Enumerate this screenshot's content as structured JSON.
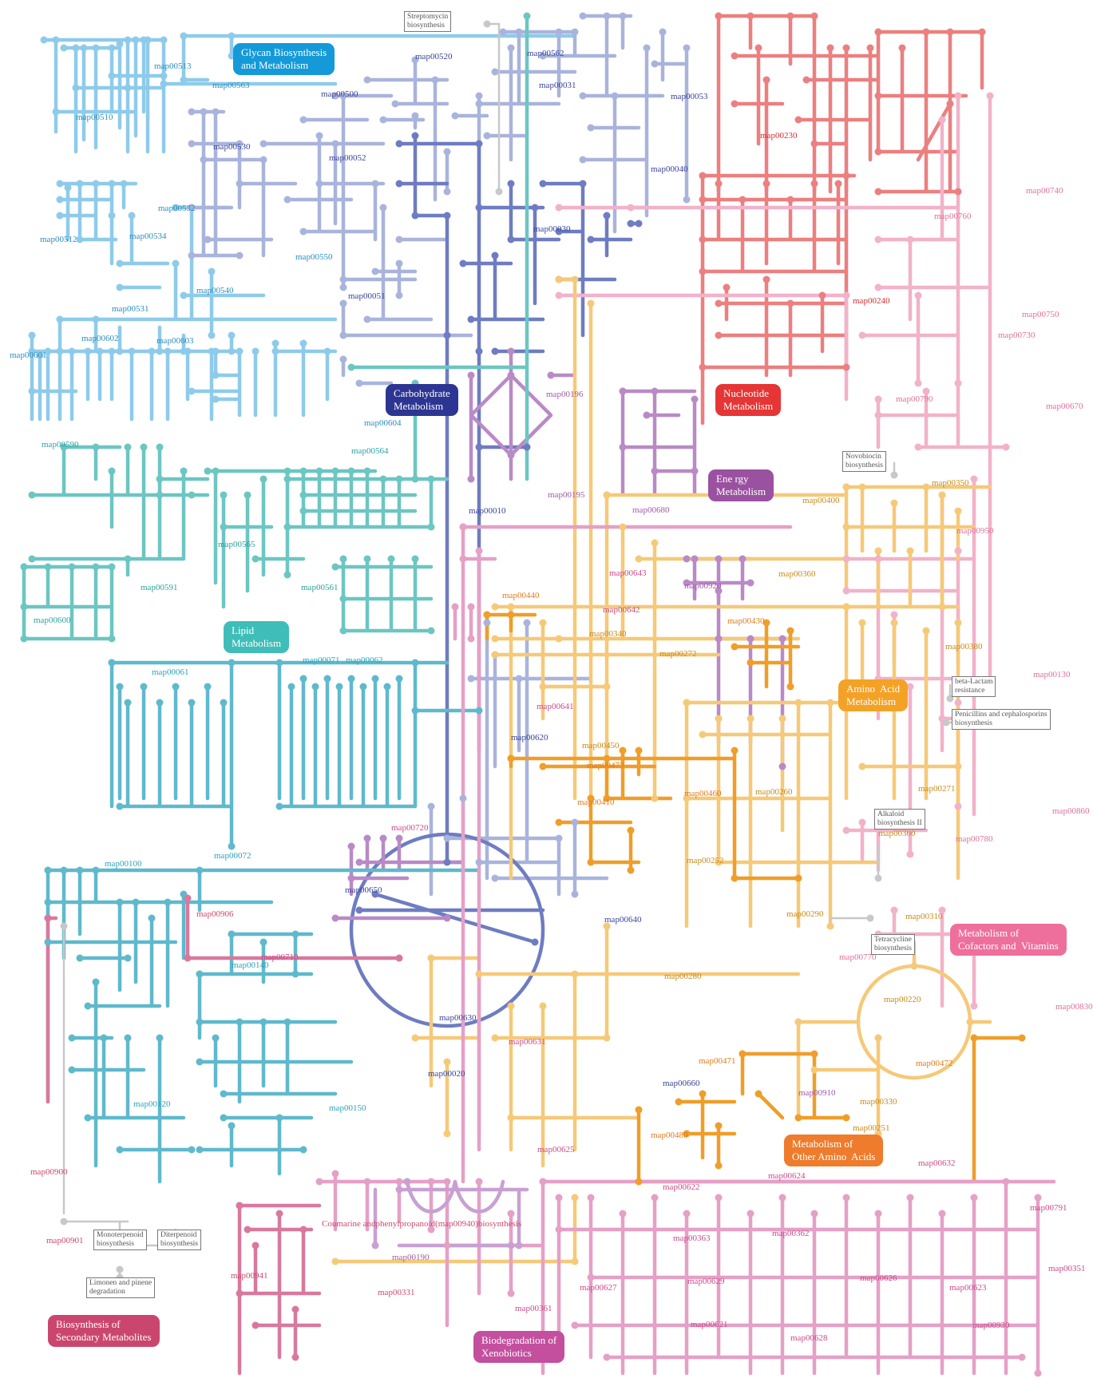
{
  "colors": {
    "glycan": "#8ecbea",
    "carbohydrate": "#a9b4dc",
    "carbohydrate_core": "#6e7cc1",
    "nucleotide": "#ec7f7f",
    "energy": "#b98ac6",
    "lipid": "#6cc6c2",
    "lipid2": "#5fb9cc",
    "amino": "#f6c978",
    "amino_dark": "#ef9e2a",
    "cofactor": "#f2b2c9",
    "secondary": "#d9789e",
    "xeno": "#c98bbf",
    "grey": "#c8c8c8"
  },
  "categories": [
    {
      "key": "glycan",
      "text": "Glycan Biosynthesis\nand Metabolism",
      "color": "#149ad8"
    },
    {
      "key": "carbohydrate",
      "text": "Carbohydrate\nMetabolism",
      "color": "#2d3592"
    },
    {
      "key": "nucleotide",
      "text": "Nucleotide\nMetabolism",
      "color": "#e53534"
    },
    {
      "key": "energy",
      "text": "Ene rgy\nMetabolism",
      "color": "#9a52a0"
    },
    {
      "key": "lipid",
      "text": "Lipid\nMetabolism",
      "color": "#3fbdb8"
    },
    {
      "key": "amino",
      "text": "Amino  Acid\nMetabolism",
      "color": "#f4a226"
    },
    {
      "key": "cofactor",
      "text": "Metabolism of\nCofactors and  Vitamins",
      "color": "#ee6f9c"
    },
    {
      "key": "other_amino",
      "text": "Metabolism of\nOther Amino  Acids",
      "color": "#ee7c2c"
    },
    {
      "key": "secondary",
      "text": "Biosynthesis of\nSecondary Metabolites",
      "color": "#cb466e"
    },
    {
      "key": "xeno",
      "text": "Biodegradation of\nXenobiotics",
      "color": "#c34f9e"
    }
  ],
  "map_labels": [
    {
      "text": "map00513",
      "color": "#2a8fc0"
    },
    {
      "text": "map00563",
      "color": "#2a8fc0"
    },
    {
      "text": "map00510",
      "color": "#2a8fc0"
    },
    {
      "text": "map00532",
      "color": "#2a8fc0"
    },
    {
      "text": "map00534",
      "color": "#2a8fc0"
    },
    {
      "text": "map00512",
      "color": "#2a8fc0"
    },
    {
      "text": "map00550",
      "color": "#2a8fc0"
    },
    {
      "text": "map00540",
      "color": "#2a8fc0"
    },
    {
      "text": "map00531",
      "color": "#2a8fc0"
    },
    {
      "text": "map00602",
      "color": "#2a8fc0"
    },
    {
      "text": "map00603",
      "color": "#2a8fc0"
    },
    {
      "text": "map00601",
      "color": "#2a8fc0"
    },
    {
      "text": "map00604",
      "color": "#2a8fc0"
    },
    {
      "text": "map00520",
      "color": "#39439a"
    },
    {
      "text": "map00562",
      "color": "#39439a"
    },
    {
      "text": "map00031",
      "color": "#39439a"
    },
    {
      "text": "map00053",
      "color": "#39439a"
    },
    {
      "text": "map00500",
      "color": "#39439a"
    },
    {
      "text": "map00530",
      "color": "#39439a"
    },
    {
      "text": "map00052",
      "color": "#39439a"
    },
    {
      "text": "map00040",
      "color": "#39439a"
    },
    {
      "text": "map00030",
      "color": "#39439a"
    },
    {
      "text": "map00051",
      "color": "#39439a"
    },
    {
      "text": "map00196",
      "color": "#a05ba8"
    },
    {
      "text": "map00195",
      "color": "#a05ba8"
    },
    {
      "text": "map00680",
      "color": "#a05ba8"
    },
    {
      "text": "map00010",
      "color": "#39439a"
    },
    {
      "text": "map00230",
      "color": "#d33030"
    },
    {
      "text": "map00240",
      "color": "#d33030"
    },
    {
      "text": "map00740",
      "color": "#e0709a"
    },
    {
      "text": "map00760",
      "color": "#e0709a"
    },
    {
      "text": "map00750",
      "color": "#e0709a"
    },
    {
      "text": "map00730",
      "color": "#e0709a"
    },
    {
      "text": "map00790",
      "color": "#e0709a"
    },
    {
      "text": "map00670",
      "color": "#e0709a"
    },
    {
      "text": "map00590",
      "color": "#2aa39e"
    },
    {
      "text": "map00564",
      "color": "#2aa39e"
    },
    {
      "text": "map00565",
      "color": "#2aa39e"
    },
    {
      "text": "map00561",
      "color": "#2aa39e"
    },
    {
      "text": "map00591",
      "color": "#2aa39e"
    },
    {
      "text": "map00600",
      "color": "#2aa39e"
    },
    {
      "text": "map00061",
      "color": "#2aa3bb"
    },
    {
      "text": "map00071",
      "color": "#2aa3bb"
    },
    {
      "text": "map00062",
      "color": "#2aa3bb"
    },
    {
      "text": "map00100",
      "color": "#2aa3bb"
    },
    {
      "text": "map00072",
      "color": "#2aa3bb"
    },
    {
      "text": "map00140",
      "color": "#2aa3bb"
    },
    {
      "text": "map00120",
      "color": "#2aa3bb"
    },
    {
      "text": "map00150",
      "color": "#2aa3bb"
    },
    {
      "text": "map00350",
      "color": "#c98a18"
    },
    {
      "text": "map00400",
      "color": "#c98a18"
    },
    {
      "text": "map00950",
      "color": "#e0709a"
    },
    {
      "text": "map00360",
      "color": "#c98a18"
    },
    {
      "text": "map00643",
      "color": "#cc4a8a"
    },
    {
      "text": "map00920",
      "color": "#a05ba8"
    },
    {
      "text": "map00440",
      "color": "#e07b18"
    },
    {
      "text": "map00642",
      "color": "#cc4a8a"
    },
    {
      "text": "map00430",
      "color": "#e07b18"
    },
    {
      "text": "map00340",
      "color": "#c98a18"
    },
    {
      "text": "map00272",
      "color": "#c98a18"
    },
    {
      "text": "map00380",
      "color": "#c98a18"
    },
    {
      "text": "map00130",
      "color": "#e0709a"
    },
    {
      "text": "map00641",
      "color": "#cc4a8a"
    },
    {
      "text": "map00620",
      "color": "#39439a"
    },
    {
      "text": "map00450",
      "color": "#c98a18"
    },
    {
      "text": "map00473",
      "color": "#e07b18"
    },
    {
      "text": "map00410",
      "color": "#e07b18"
    },
    {
      "text": "map00460",
      "color": "#e07b18"
    },
    {
      "text": "map00260",
      "color": "#c98a18"
    },
    {
      "text": "map00271",
      "color": "#c98a18"
    },
    {
      "text": "map00860",
      "color": "#e0709a"
    },
    {
      "text": "map00720",
      "color": "#cc4a8a"
    },
    {
      "text": "map00300",
      "color": "#c98a18"
    },
    {
      "text": "map00780",
      "color": "#e0709a"
    },
    {
      "text": "map00252",
      "color": "#c98a18"
    },
    {
      "text": "map00650",
      "color": "#39439a"
    },
    {
      "text": "map00906",
      "color": "#cc4a6a"
    },
    {
      "text": "map00310",
      "color": "#c98a18"
    },
    {
      "text": "map00640",
      "color": "#39439a"
    },
    {
      "text": "map00290",
      "color": "#c98a18"
    },
    {
      "text": "map00710",
      "color": "#cc4a8a"
    },
    {
      "text": "map00770",
      "color": "#e0709a"
    },
    {
      "text": "map00280",
      "color": "#c98a18"
    },
    {
      "text": "map00220",
      "color": "#c98a18"
    },
    {
      "text": "map00830",
      "color": "#e0709a"
    },
    {
      "text": "map00630",
      "color": "#39439a"
    },
    {
      "text": "map00631",
      "color": "#cc4a8a"
    },
    {
      "text": "map00471",
      "color": "#e07b18"
    },
    {
      "text": "map00472",
      "color": "#e07b18"
    },
    {
      "text": "map00020",
      "color": "#39439a"
    },
    {
      "text": "map00660",
      "color": "#39439a"
    },
    {
      "text": "map00910",
      "color": "#a05ba8"
    },
    {
      "text": "map00330",
      "color": "#c98a18"
    },
    {
      "text": "map00251",
      "color": "#c98a18"
    },
    {
      "text": "map00480",
      "color": "#e07b18"
    },
    {
      "text": "map00625",
      "color": "#cc4a8a"
    },
    {
      "text": "map00632",
      "color": "#cc4a8a"
    },
    {
      "text": "map00624",
      "color": "#cc4a8a"
    },
    {
      "text": "map00622",
      "color": "#cc4a8a"
    },
    {
      "text": "map00791",
      "color": "#cc4a8a"
    },
    {
      "text": "map00900",
      "color": "#cc4a6a"
    },
    {
      "text": "map00901",
      "color": "#cc4a6a"
    },
    {
      "text": "map00190",
      "color": "#a05ba8"
    },
    {
      "text": "map00363",
      "color": "#cc4a8a"
    },
    {
      "text": "map00362",
      "color": "#cc4a8a"
    },
    {
      "text": "map00941",
      "color": "#cc4a6a"
    },
    {
      "text": "map00331",
      "color": "#cc4a6a"
    },
    {
      "text": "map00627",
      "color": "#cc4a8a"
    },
    {
      "text": "map00629",
      "color": "#cc4a8a"
    },
    {
      "text": "map00626",
      "color": "#cc4a8a"
    },
    {
      "text": "map00623",
      "color": "#cc4a8a"
    },
    {
      "text": "map00351",
      "color": "#cc4a8a"
    },
    {
      "text": "map00361",
      "color": "#cc4a8a"
    },
    {
      "text": "map00621",
      "color": "#cc4a8a"
    },
    {
      "text": "map00628",
      "color": "#cc4a8a"
    },
    {
      "text": "map00930",
      "color": "#cc4a8a"
    },
    {
      "text": "Coumarine andphenylpropanoid(map00940)biosynthesis",
      "color": "#cc4a6a"
    }
  ],
  "boxes": [
    {
      "text": "Streptomycin\nbiosynthesis"
    },
    {
      "text": "Novobiocin\nbiosynthesis"
    },
    {
      "text": "beta-Lactam\nresistance"
    },
    {
      "text": "Penicillins and cephalosporins\nbiosynthesis"
    },
    {
      "text": "Alkaloid\nbiosynthesis II"
    },
    {
      "text": "Tetracycline\nbiosynthesis"
    },
    {
      "text": "Monoterpenoid\nbiosynthesis"
    },
    {
      "text": "Diterpenoid\nbiosynthesis"
    },
    {
      "text": "Limonen and pinene\ndegradation"
    }
  ]
}
